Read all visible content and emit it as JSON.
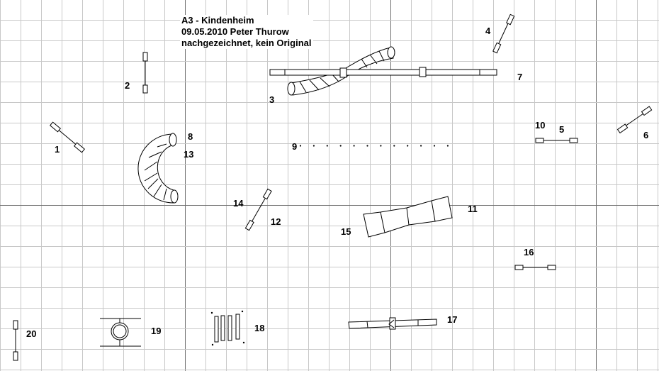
{
  "header": {
    "course": "A3 - Kindenheim",
    "date_author": "09.05.2010 Peter Thurow",
    "note": "nachgezeichnet, kein Original"
  },
  "labels": {
    "n1": "1",
    "n2": "2",
    "n3": "3",
    "n4": "4",
    "n5": "5",
    "n6": "6",
    "n7": "7",
    "n8": "8",
    "n9": "9",
    "n10": "10",
    "n11": "11",
    "n12": "12",
    "n13": "13",
    "n14": "14",
    "n15": "15",
    "n16": "16",
    "n17": "17",
    "n18": "18",
    "n19": "19",
    "n20": "20"
  },
  "colors": {
    "grid_minor": "#c8c8c8",
    "grid_major": "#6e6e6e",
    "ink": "#000000"
  }
}
